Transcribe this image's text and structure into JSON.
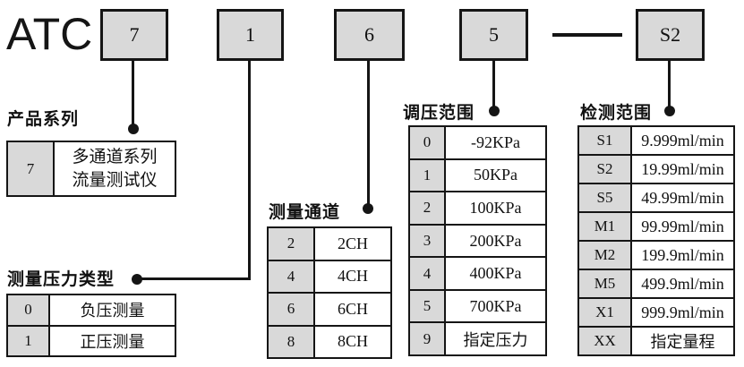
{
  "title": {
    "prefix": "ATC"
  },
  "model_code": {
    "boxes": [
      "7",
      "1",
      "6",
      "5",
      "S2"
    ]
  },
  "sections": {
    "product_series": {
      "label": "产品系列",
      "rows": [
        {
          "code": "7",
          "value_line1": "多通道系列",
          "value_line2": "流量测试仪"
        }
      ]
    },
    "pressure_type": {
      "label": "测量压力类型",
      "rows": [
        {
          "code": "0",
          "value": "负压测量"
        },
        {
          "code": "1",
          "value": "正压测量"
        }
      ]
    },
    "channels": {
      "label": "测量通道",
      "rows": [
        {
          "code": "2",
          "value": "2CH"
        },
        {
          "code": "4",
          "value": "4CH"
        },
        {
          "code": "6",
          "value": "6CH"
        },
        {
          "code": "8",
          "value": "8CH"
        }
      ]
    },
    "pressure_range": {
      "label": "调压范围",
      "rows": [
        {
          "code": "0",
          "value": "-92KPa"
        },
        {
          "code": "1",
          "value": "50KPa"
        },
        {
          "code": "2",
          "value": "100KPa"
        },
        {
          "code": "3",
          "value": "200KPa"
        },
        {
          "code": "4",
          "value": "400KPa"
        },
        {
          "code": "5",
          "value": "700KPa"
        },
        {
          "code": "9",
          "value": "指定压力"
        }
      ]
    },
    "detect_range": {
      "label": "检测范围",
      "rows": [
        {
          "code": "S1",
          "value": "9.999ml/min"
        },
        {
          "code": "S2",
          "value": "19.99ml/min"
        },
        {
          "code": "S5",
          "value": "49.99ml/min"
        },
        {
          "code": "M1",
          "value": "99.99ml/min"
        },
        {
          "code": "M2",
          "value": "199.9ml/min"
        },
        {
          "code": "M5",
          "value": "499.9ml/min"
        },
        {
          "code": "X1",
          "value": "999.9ml/min"
        },
        {
          "code": "XX",
          "value": "指定量程"
        }
      ]
    }
  },
  "colors": {
    "box_fill": "#d9d9d9",
    "code_cell_fill": "#d9d9d9",
    "line": "#151515"
  }
}
